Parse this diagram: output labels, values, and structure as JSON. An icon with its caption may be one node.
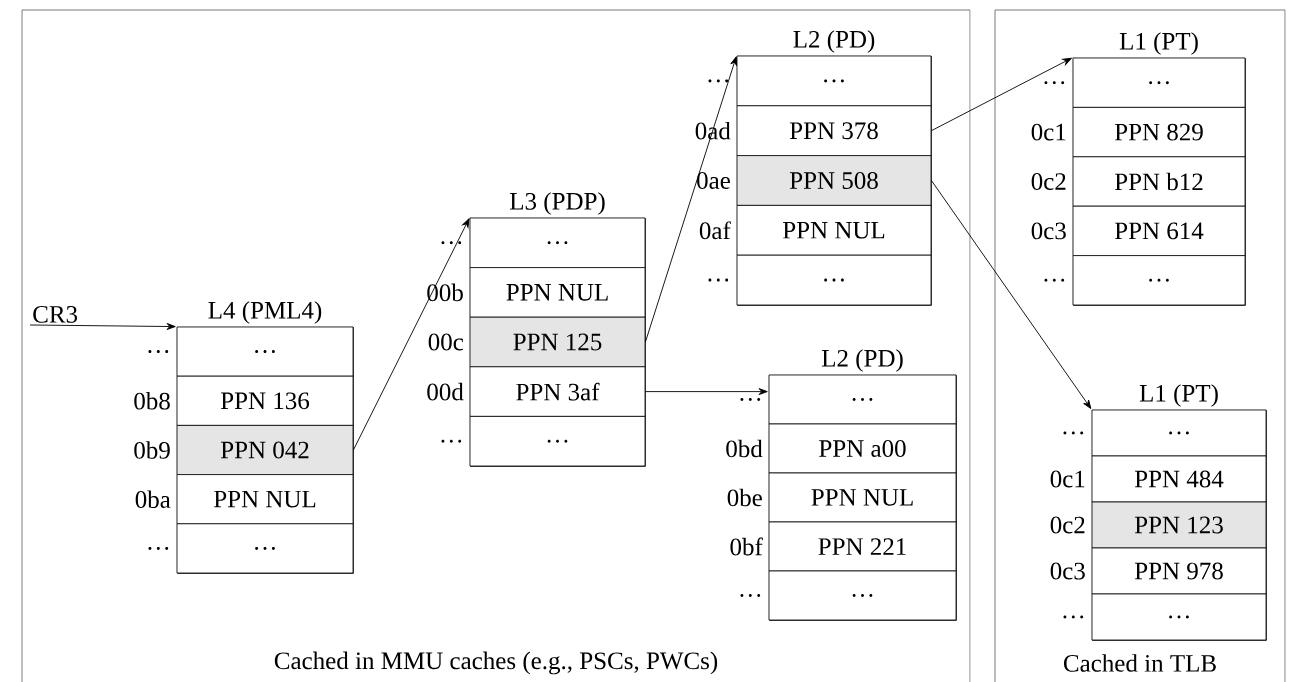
{
  "diagram": {
    "nodes": [
      {
        "text": [
          "Cached in MMU caches (e.g., PSCs, PWCs)"
        ]
      },
      {
        "text": [
          "CR3"
        ],
        "in": 0
      },
      {
        "text": [
          "L4 (PML4)"
        ],
        "in": 0
      },
      {
        "text": [
          "…"
        ],
        "beside": [
          "…"
        ],
        "in": 2
      },
      {
        "text": [
          "PPN 136"
        ],
        "beside": [
          "0b8"
        ],
        "in": 2
      },
      {
        "text": [
          "PPN 042"
        ],
        "beside": [
          "0b9"
        ],
        "in": 2
      },
      {
        "text": [
          "PPN NUL"
        ],
        "beside": [
          "0ba"
        ],
        "in": 2
      },
      {
        "text": [
          "…"
        ],
        "beside": [
          "…"
        ],
        "in": 2
      },
      {
        "text": [
          "L3 (PDP)"
        ],
        "in": 0
      },
      {
        "text": [
          "…"
        ],
        "beside": [
          "…"
        ],
        "in": 8
      },
      {
        "text": [
          "PPN NUL"
        ],
        "beside": [
          "00b"
        ],
        "in": 8
      },
      {
        "text": [
          "PPN 125"
        ],
        "beside": [
          "00c"
        ],
        "in": 8
      },
      {
        "text": [
          "PPN 3af"
        ],
        "beside": [
          "00d"
        ],
        "in": 8
      },
      {
        "text": [
          "…"
        ],
        "beside": [
          "…"
        ],
        "in": 8
      },
      {
        "text": [
          "L2 (PD)"
        ],
        "in": 0
      },
      {
        "text": [
          "…"
        ],
        "beside": [
          "…"
        ],
        "in": 14
      },
      {
        "text": [
          "PPN 378"
        ],
        "beside": [
          "0ad"
        ],
        "in": 14
      },
      {
        "text": [
          "PPN 508"
        ],
        "beside": [
          "0ae"
        ],
        "in": 14
      },
      {
        "text": [
          "PPN NUL"
        ],
        "beside": [
          "0af"
        ],
        "in": 14
      },
      {
        "text": [
          "…"
        ],
        "beside": [
          "…"
        ],
        "in": 14
      },
      {
        "text": [
          "L2 (PD)"
        ],
        "in": 0
      },
      {
        "text": [
          "…"
        ],
        "beside": [
          "…"
        ],
        "in": 20
      },
      {
        "text": [
          "PPN a00"
        ],
        "beside": [
          "0bd"
        ],
        "in": 20
      },
      {
        "text": [
          "PPN NUL"
        ],
        "beside": [
          "0be"
        ],
        "in": 20
      },
      {
        "text": [
          "PPN 221"
        ],
        "beside": [
          "0bf"
        ],
        "in": 20
      },
      {
        "text": [
          "…"
        ],
        "beside": [
          "…"
        ],
        "in": 20
      },
      {
        "text": [
          "Cached in TLB"
        ]
      },
      {
        "text": [
          "L1 (PT)"
        ],
        "in": 26
      },
      {
        "text": [
          "…"
        ],
        "beside": [
          "…"
        ],
        "in": 27
      },
      {
        "text": [
          "PPN 829"
        ],
        "beside": [
          "0c1"
        ],
        "in": 27
      },
      {
        "text": [
          "PPN b12"
        ],
        "beside": [
          "0c2"
        ],
        "in": 27
      },
      {
        "text": [
          "PPN 614"
        ],
        "beside": [
          "0c3"
        ],
        "in": 27
      },
      {
        "text": [
          "…"
        ],
        "beside": [
          "…"
        ],
        "in": 27
      },
      {
        "text": [
          "L1 (PT)"
        ],
        "in": 26
      },
      {
        "text": [
          "…"
        ],
        "beside": [
          "…"
        ],
        "in": 33
      },
      {
        "text": [
          "PPN 484"
        ],
        "beside": [
          "0c1"
        ],
        "in": 33
      },
      {
        "text": [
          "PPN 123"
        ],
        "beside": [
          "0c2"
        ],
        "in": 33
      },
      {
        "text": [
          "PPN 978"
        ],
        "beside": [
          "0c3"
        ],
        "in": 33
      },
      {
        "text": [
          "…"
        ],
        "beside": [
          "…"
        ],
        "in": 33
      }
    ],
    "edges": [
      {
        "from": 1,
        "to": 3,
        "arrow": "to"
      },
      {
        "from": 5,
        "to": 9,
        "arrow": "to"
      },
      {
        "from": 11,
        "to": 15,
        "arrow": "to"
      },
      {
        "from": 12,
        "to": 21,
        "arrow": "to"
      },
      {
        "from": 16,
        "to": 28,
        "arrow": "to"
      },
      {
        "from": 17,
        "to": 34,
        "arrow": "to"
      }
    ]
  }
}
